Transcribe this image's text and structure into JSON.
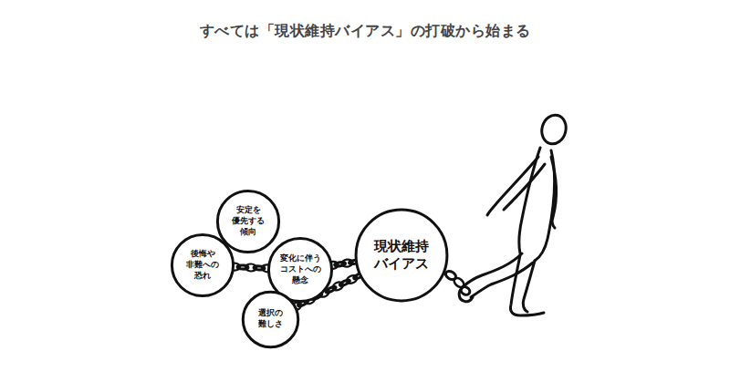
{
  "diagram": {
    "title": "すべては「現状維持バイアス」の打破から始まる",
    "nodes": [
      {
        "text": [
          "安定を 優先する 傾向"
        ]
      },
      {
        "text": [
          "後悔や 非難への 恐れ"
        ]
      },
      {
        "text": [
          "変化に伴う コストへの 懸念"
        ]
      },
      {
        "text": [
          "選択の 難しさ"
        ]
      },
      {
        "text": [
          "現状維持 バイアス"
        ]
      }
    ],
    "edges": [
      {
        "from": 1,
        "to": 2,
        "arrow": "none"
      },
      {
        "from": 2,
        "to": 4,
        "arrow": "none"
      },
      {
        "from": 3,
        "to": 4,
        "arrow": "none"
      }
    ]
  }
}
